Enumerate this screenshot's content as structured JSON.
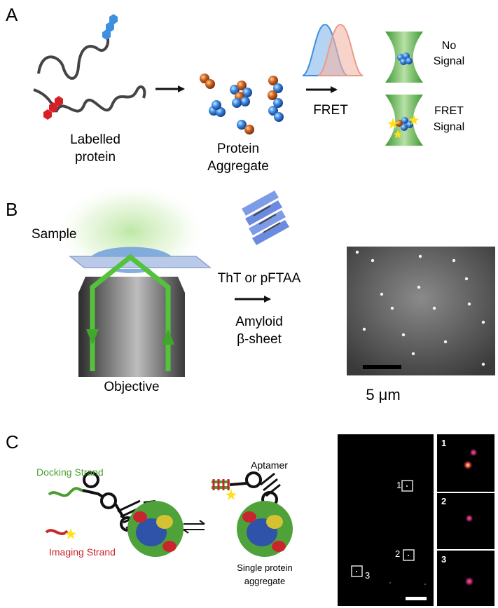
{
  "panelA": {
    "letter": "A",
    "labelled_protein": [
      "Labelled",
      "protein"
    ],
    "protein_aggregate": [
      "Protein",
      "Aggregate"
    ],
    "fret": "FRET",
    "no_signal": [
      "No",
      "Signal"
    ],
    "fret_signal": [
      "FRET",
      "Signal"
    ],
    "colors": {
      "donor": "#3d8fe0",
      "acceptor": "#d81f26",
      "green_field": "#4fae3f"
    }
  },
  "panelB": {
    "letter": "B",
    "sample": "Sample",
    "objective": "Objective",
    "dye": "ThT or pFTAA",
    "amyloid": [
      "Amyloid",
      "β-sheet"
    ],
    "scalebar": "5 μm"
  },
  "panelC": {
    "letter": "C",
    "docking_strand": "Docking Strand",
    "imaging_strand": "Imaging Strand",
    "aptamer": "Aptamer",
    "single_aggregate": [
      "Single protein",
      "aggregate"
    ],
    "roi_labels": [
      "1",
      "2",
      "3"
    ],
    "inset_labels": [
      "1",
      "2",
      "3"
    ],
    "colors": {
      "docking": "#4a9e2f",
      "imaging": "#c8262c"
    }
  }
}
